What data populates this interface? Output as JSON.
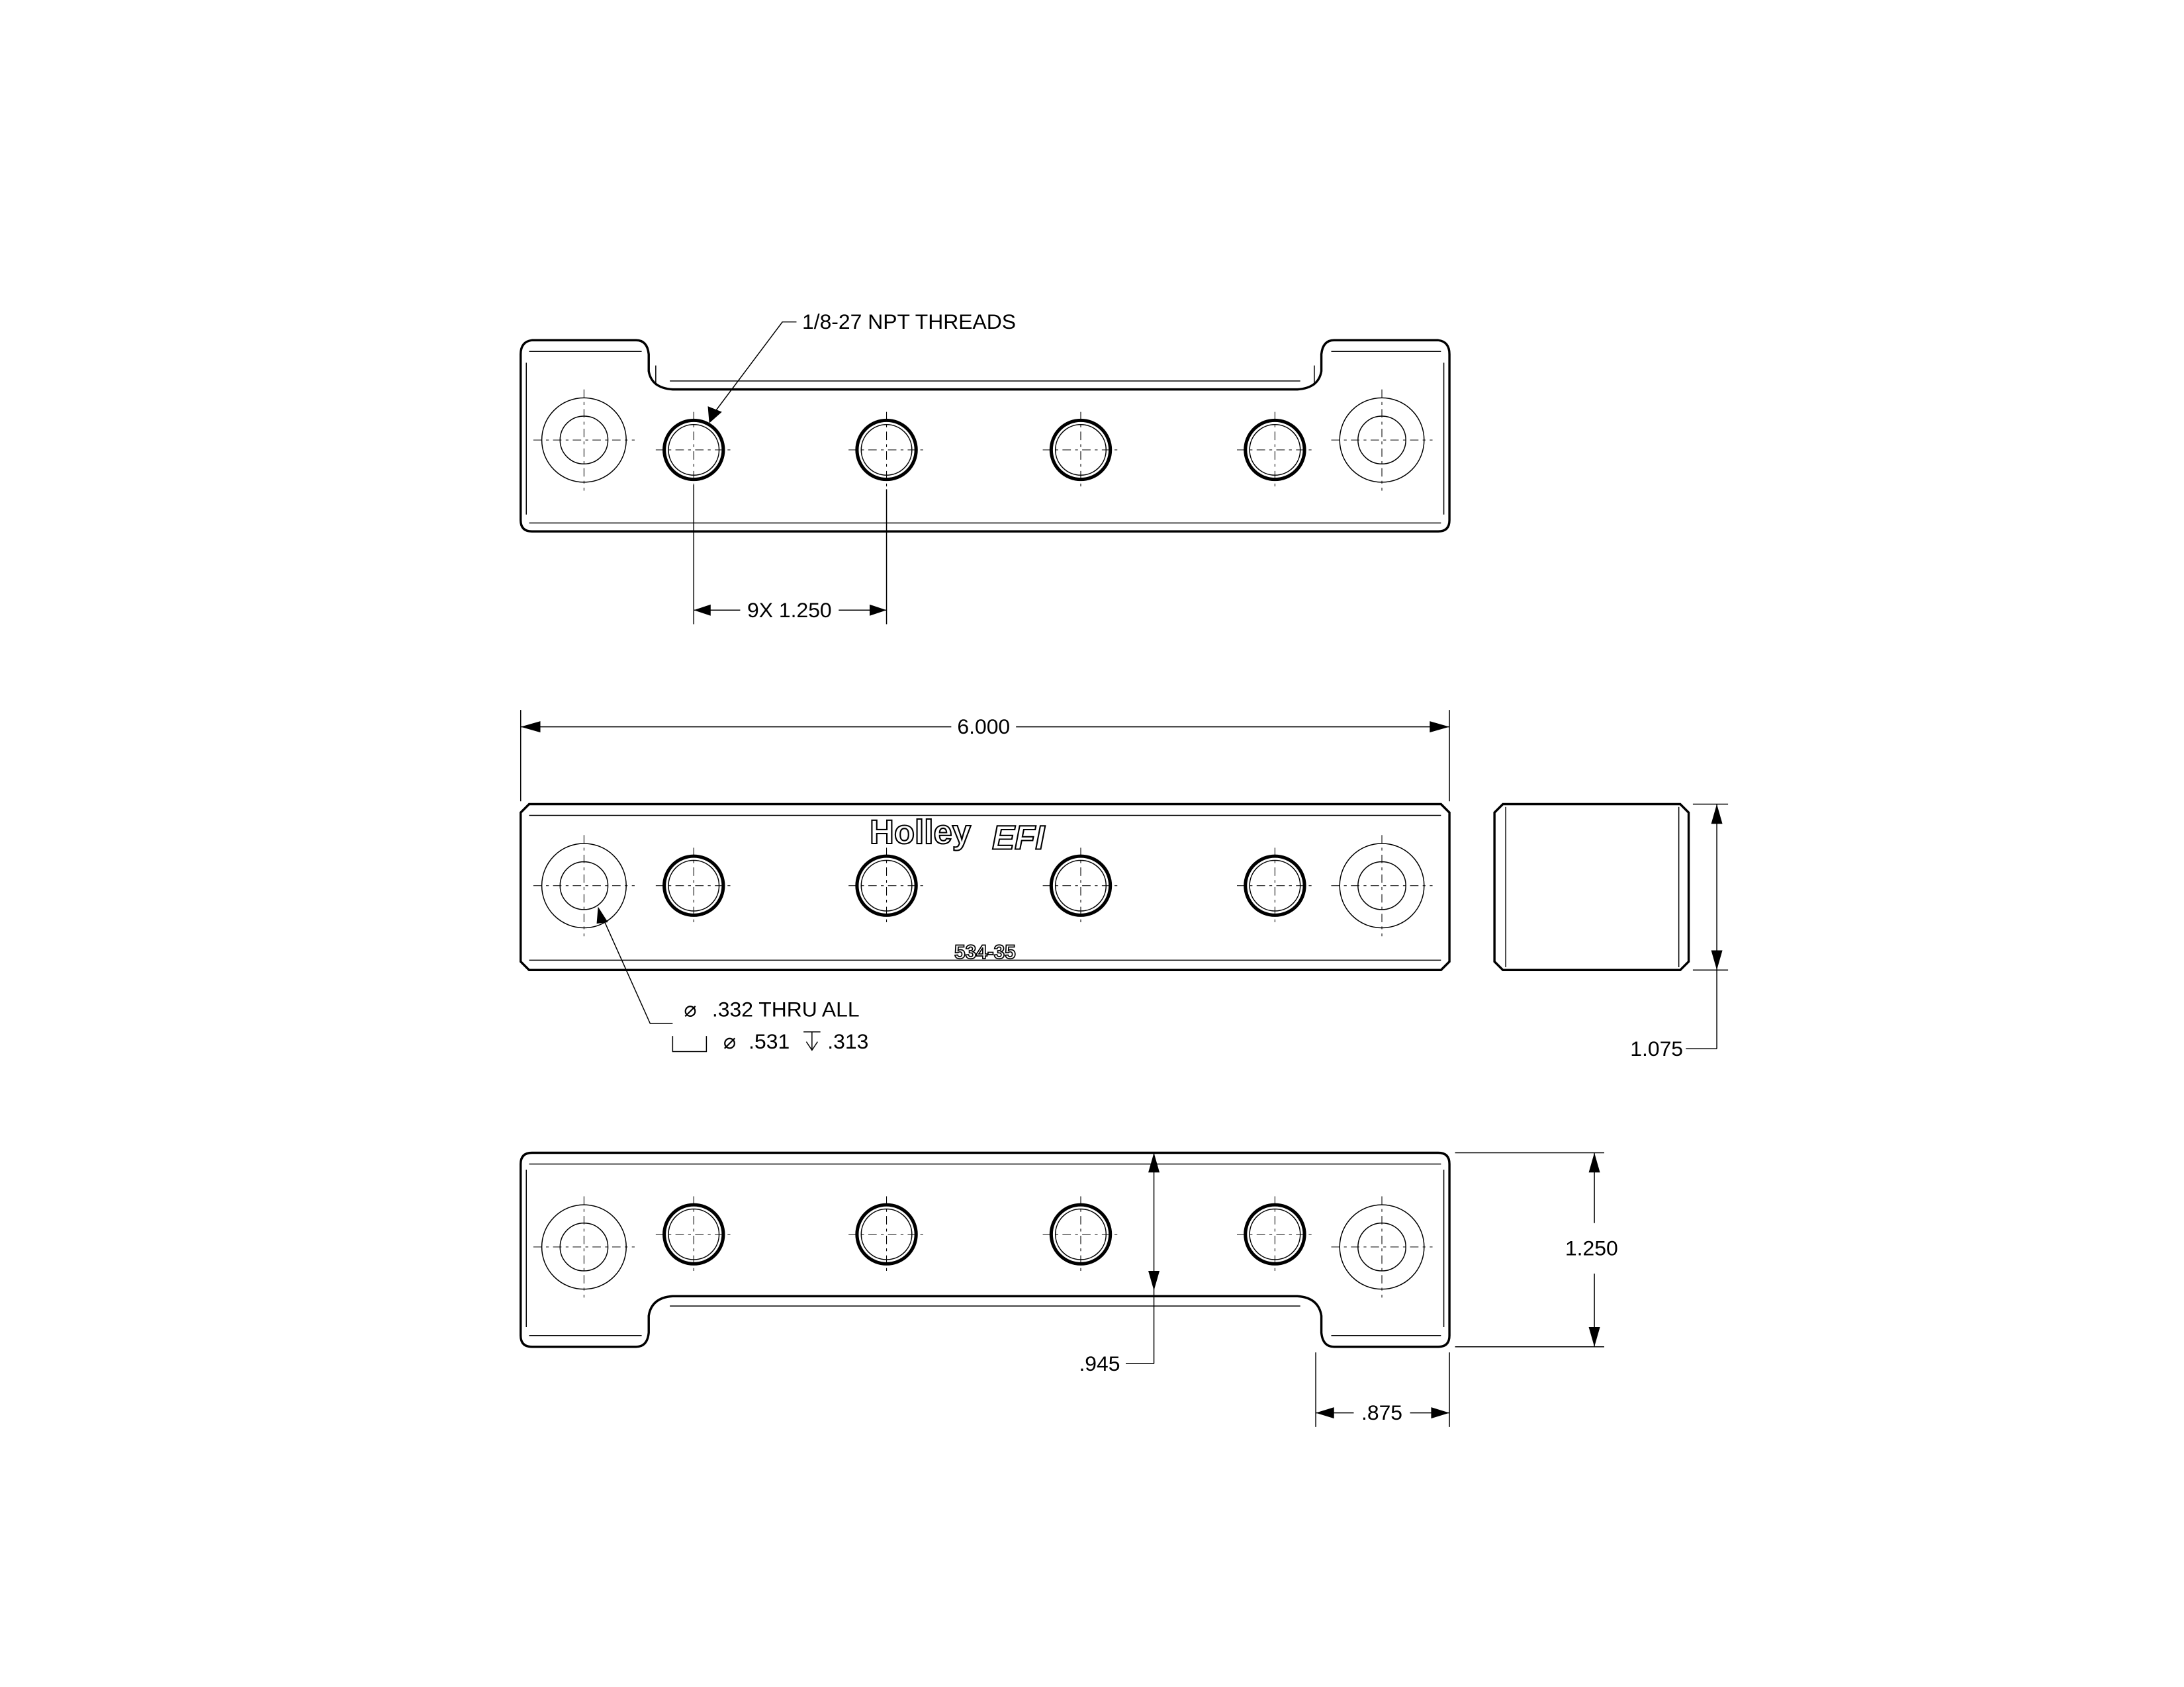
{
  "drawing": {
    "thread_note": "1/8-27 NPT THREADS",
    "pitch_dim": "9X 1.250",
    "length_dim": "6.000",
    "height_dim": "1.075",
    "hole_note_line1": ".332 THRU ALL",
    "hole_note_cbore_dia": ".531",
    "hole_note_cbore_depth": ".313",
    "width_dim": "1.250",
    "notch_depth_dim": ".945",
    "notch_width_dim": ".875",
    "logo_text": "Holley",
    "logo_suffix": "EFI",
    "part_number": "534-35",
    "diameter_symbol": "⌀"
  }
}
